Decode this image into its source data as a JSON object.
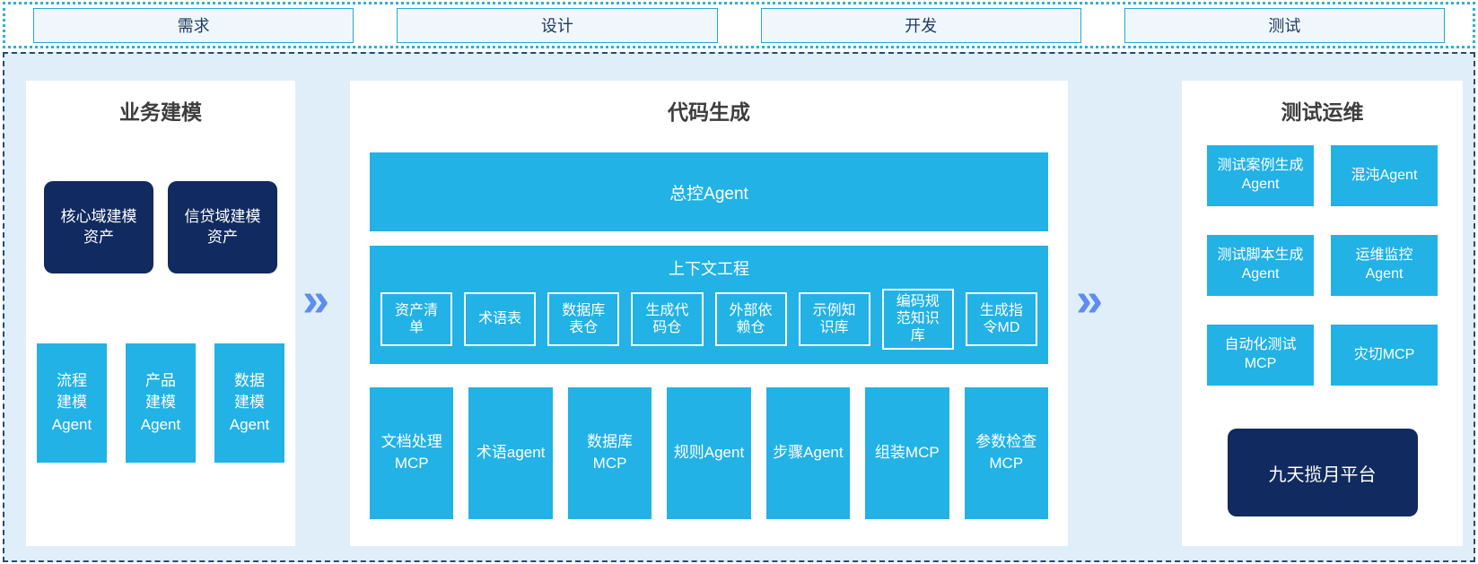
{
  "header": {
    "phases": [
      "需求",
      "设计",
      "开发",
      "测试"
    ]
  },
  "business_modeling": {
    "title": "业务建模",
    "assets": [
      "核心域建模资产",
      "信贷域建模资产"
    ],
    "agents": [
      "流程建模Agent",
      "产品建模Agent",
      "数据建模Agent"
    ]
  },
  "code_generation": {
    "title": "代码生成",
    "master_agent": "总控Agent",
    "context_engineering": {
      "title": "上下文工程",
      "items": [
        "资产清单",
        "术语表",
        "数据库表仓",
        "生成代码仓",
        "外部依赖仓",
        "示例知识库",
        "编码规范知识库",
        "生成指令MD"
      ]
    },
    "tools": [
      "文档处理MCP",
      "术语agent",
      "数据库MCP",
      "规则Agent",
      "步骤Agent",
      "组装MCP",
      "参数检查MCP"
    ]
  },
  "test_ops": {
    "title": "测试运维",
    "boxes": [
      "测试案例生成Agent",
      "混沌Agent",
      "测试脚本生成Agent",
      "运维监控Agent",
      "自动化测试MCP",
      "灾切MCP"
    ],
    "platform": "九天揽月平台"
  },
  "arrows": {
    "glyph": "»"
  },
  "colors": {
    "cyan_box": "#22b2e5",
    "navy_box": "#112a60",
    "container_bg": "#dfeef9",
    "arrow_blue": "#5e8cf0",
    "phase_box_bg": "#eff7fc",
    "phase_box_border": "#2ca6d6",
    "dotted_border": "#2cb0e0",
    "dashed_border": "#2a4a70",
    "panel_title_text": "#3d3d3d"
  }
}
